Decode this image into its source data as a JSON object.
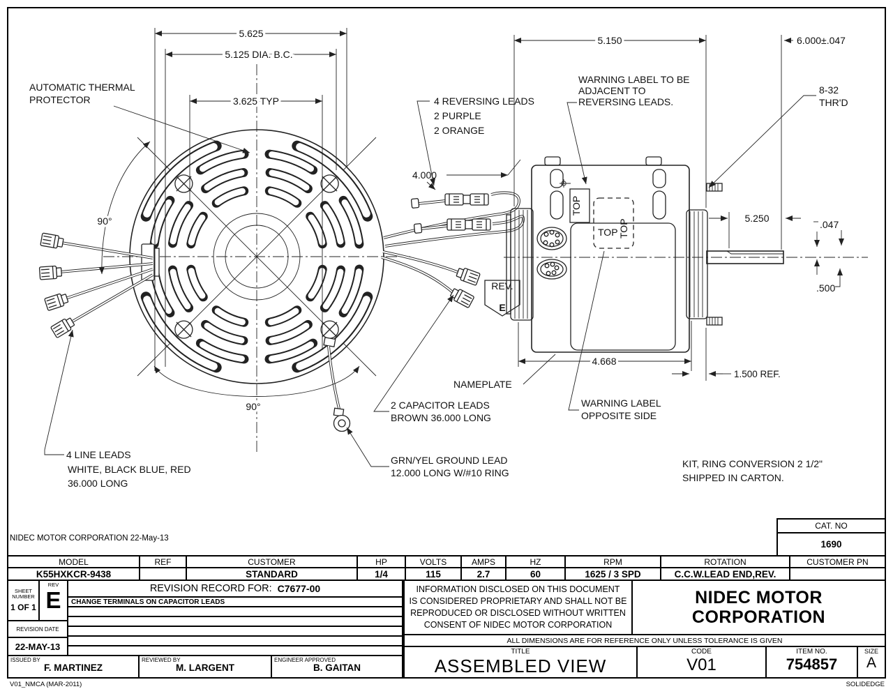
{
  "drawing": {
    "dim_width_overall": "5.625",
    "dim_bolt_circle": "5.125 DIA. B.C.",
    "dim_typ": "3.625 TYP",
    "thermal_line1": "AUTOMATIC THERMAL",
    "thermal_line2": "PROTECTOR",
    "angle_top": "90°",
    "angle_bottom": "90°",
    "reversing_line1": "4 REVERSING LEADS",
    "reversing_line2": "2 PURPLE",
    "reversing_line3": "2 ORANGE",
    "dim_lead": "4.000",
    "dim_body": "5.150",
    "warn_adj_line1": "WARNING LABEL TO BE",
    "warn_adj_line2": "ADJACENT TO",
    "warn_adj_line3": "REVERSING LEADS.",
    "dim_overall": "6.000±.047",
    "thread_line1": "8-32",
    "thread_line2": "THR'D",
    "dim_shaft_ext": "5.250",
    "dim_flat": ".047",
    "dim_shaft_dia": ".500",
    "rev_flag_label": "REV.",
    "rev_flag_value": "E",
    "top_vertical": "TOP",
    "top_dashed": "TOP",
    "top_dashed_small": "TOP",
    "dim_frame": "4.668",
    "dim_ref": "1.500 REF.",
    "nameplate_label": "NAMEPLATE",
    "warn_opp_line1": "WARNING LABEL",
    "warn_opp_line2": "OPPOSITE SIDE",
    "cap_line1": "2 CAPACITOR LEADS",
    "cap_line2": "BROWN 36.000 LONG",
    "ground_line1": "GRN/YEL GROUND LEAD",
    "ground_line2": "12.000 LONG W/#10 RING",
    "line_leads_line1": "4 LINE LEADS",
    "line_leads_line2": "WHITE, BLACK BLUE, RED",
    "line_leads_line3": "36.000 LONG",
    "kit_line1": "KIT, RING CONVERSION 2 1/2\"",
    "kit_line2": "SHIPPED IN CARTON."
  },
  "title_block": {
    "corp_date": "NIDEC MOTOR CORPORATION 22-May-13",
    "cat_label": "CAT. NO",
    "cat_value": "1690",
    "headers": [
      "MODEL",
      "REF",
      "CUSTOMER",
      "HP",
      "VOLTS",
      "AMPS",
      "HZ",
      "RPM",
      "ROTATION",
      "CUSTOMER PN"
    ],
    "values": [
      "K55HXKCR-9438",
      "",
      "STANDARD",
      "1/4",
      "115",
      "2.7",
      "60",
      "1625 / 3 SPD",
      "C.C.W.LEAD END,REV.",
      ""
    ],
    "sheet_line1": "SHEET",
    "sheet_line2": "NUMBER",
    "sheet_value": "1 OF 1",
    "rev_label": "REV",
    "rev_value": "E",
    "rr_title": "REVISION RECORD FOR:",
    "rr_number": "C7677-00",
    "rr_rows": [
      "CHANGE TERMINALS ON CAPACITOR LEADS",
      "",
      "",
      "",
      "",
      ""
    ],
    "revdate_label": "REVISION DATE",
    "revdate_value": "22-MAY-13",
    "issued_label": "ISSUED BY",
    "issued_value": "F. MARTINEZ",
    "reviewed_label": "REVIEWED BY",
    "reviewed_value": "M. LARGENT",
    "engineer_label": "ENGINEER APPROVED",
    "engineer_value": "B. GAITAN",
    "prop_line1": "INFORMATION DISCLOSED ON THIS DOCUMENT",
    "prop_line2": "IS CONSIDERED PROPRIETARY AND SHALL NOT BE",
    "prop_line3": "REPRODUCED OR DISCLOSED WITHOUT WRITTEN",
    "prop_line4": "CONSENT OF NIDEC MOTOR CORPORATION",
    "company_line1": "NIDEC MOTOR",
    "company_line2": "CORPORATION",
    "tolerance": "ALL DIMENSIONS ARE FOR REFERENCE ONLY UNLESS TOLERANCE IS GIVEN",
    "title_label": "TITLE",
    "title_value": "ASSEMBLED VIEW",
    "code_label": "CODE",
    "code_value": "V01",
    "item_label": "ITEM NO.",
    "item_value": "754857",
    "size_label": "SIZE",
    "size_value": "A"
  },
  "footer": {
    "left": "V01_NMCA (MAR-2011)",
    "right": "SOLIDEDGE"
  }
}
